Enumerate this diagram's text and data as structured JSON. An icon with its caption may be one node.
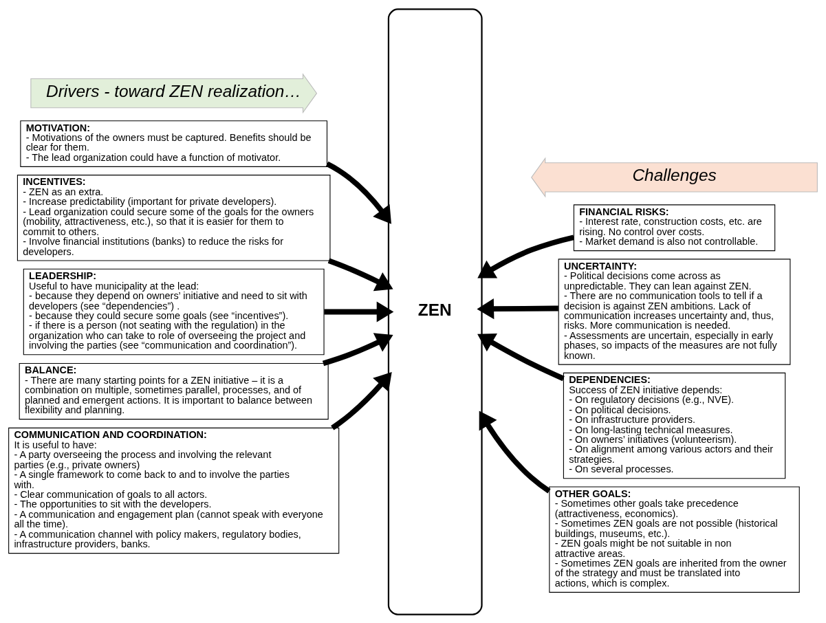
{
  "diagram": {
    "nodes": [
      {
        "text": [
          "Drivers - toward ZEN realization…"
        ]
      },
      {
        "text": [
          "Challenges"
        ]
      },
      {
        "text": [
          "MOTIVATION:",
          "- Motivations of the owners must be captured. Benefits should be clear for them.",
          "- The lead organization could have a function of motivator."
        ]
      },
      {
        "text": [
          "INCENTIVES:",
          "- ZEN as an extra.",
          "- Increase predictability (important for private developers).",
          "- Lead organization could secure some of the goals for the owners (mobility, attractiveness, etc.), so that it is easier for them to commit to others.",
          "- Involve financial institutions (banks) to reduce the risks for developers."
        ]
      },
      {
        "text": [
          "LEADERSHIP:",
          "Useful to have municipality at the lead:",
          "- because they depend on owners’ initiative and need to sit with developers (see “dependencies”) .",
          "- because they could secure some goals (see “incentives”).",
          "- if there is a person (not seating with the regulation) in the organization who can take to role of overseeing the project and involving the parties (see “communication and coordination”)."
        ]
      },
      {
        "text": [
          "BALANCE:",
          "- There are many starting points for a ZEN initiative – it is a combination on multiple, sometimes parallel, processes, and of planned and emergent actions. It is important to balance between flexibility and planning."
        ]
      },
      {
        "text": [
          "COMMUNICATION AND COORDINATION:",
          "It is useful to have:",
          "- A party overseeing the process and involving the relevant parties (e.g., private owners)",
          "- A single framework to come back to and to involve the parties with.",
          "- Clear communication of goals to all actors.",
          "- The opportunities to sit with the developers.",
          "- A communication and engagement plan (cannot speak with everyone all the time).",
          "- A communication channel with policy makers, regulatory bodies, infrastructure providers, banks."
        ]
      },
      {
        "text": [
          "ZEN"
        ]
      },
      {
        "text": [
          "FINANCIAL RISKS:",
          "- Interest rate, construction costs, etc. are rising. No control over costs.",
          "- Market demand is also not controllable."
        ]
      },
      {
        "text": [
          "UNCERTAINTY:",
          "- Political decisions come across as unpredictable. They can lean against ZEN.",
          "- There are no communication tools to tell if a decision is against ZEN ambitions. Lack of communication increases uncertainty and, thus, risks. More communication is needed.",
          "- Assessments are uncertain, especially in early phases, so impacts of the measures are not fully known."
        ]
      },
      {
        "text": [
          "DEPENDENCIES:",
          "Success of ZEN initiative depends:",
          "- On regulatory decisions (e.g., NVE).",
          "- On political decisions.",
          "- On infrastructure providers.",
          "- On long-lasting technical measures.",
          "- On owners’ initiatives (volunteerism).",
          "- On alignment among various actors and their strategies.",
          "- On several processes."
        ]
      },
      {
        "text": [
          "OTHER GOALS:",
          "- Sometimes other goals take precedence (attractiveness, economics).",
          "- Sometimes ZEN goals are not possible (historical buildings, museums, etc.).",
          "- ZEN goals might be not suitable in non attractive areas.",
          "- Sometimes ZEN goals are inherited from the owner of the strategy and must be translated into actions, which is complex."
        ]
      }
    ],
    "edges": [
      {
        "from": 2,
        "to": 7,
        "arrow": "to"
      },
      {
        "from": 3,
        "to": 7,
        "arrow": "to"
      },
      {
        "from": 4,
        "to": 7,
        "arrow": "to"
      },
      {
        "from": 5,
        "to": 7,
        "arrow": "to"
      },
      {
        "from": 6,
        "to": 7,
        "arrow": "to"
      },
      {
        "from": 8,
        "to": 7,
        "arrow": "to"
      },
      {
        "from": 9,
        "to": 7,
        "arrow": "to"
      },
      {
        "from": 10,
        "to": 7,
        "arrow": "to"
      },
      {
        "from": 11,
        "to": 7,
        "arrow": "to"
      }
    ]
  }
}
